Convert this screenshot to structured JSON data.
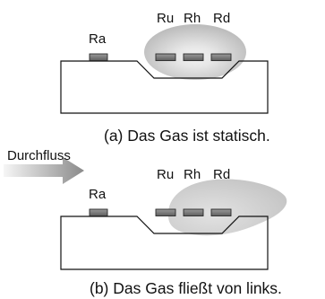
{
  "panel_a": {
    "sensor_labels": {
      "ru": "Ru",
      "rh": "Rh",
      "rd": "Rd"
    },
    "ref_label": "Ra",
    "caption": "(a) Das Gas ist statisch."
  },
  "panel_b": {
    "flow_label": "Durchfluss",
    "sensor_labels": {
      "ru": "Ru",
      "rh": "Rh",
      "rd": "Rd"
    },
    "ref_label": "Ra",
    "caption": "(b) Das Gas fließt von links."
  },
  "colors": {
    "substrate_stroke": "#111111",
    "resistor_fill": "#7a7a7a",
    "gas_cloud": "#c8c8c8",
    "gas_core": "#f2f2f2",
    "arrow_light": "#f4f4f4",
    "arrow_dark": "#8a8a8a"
  }
}
